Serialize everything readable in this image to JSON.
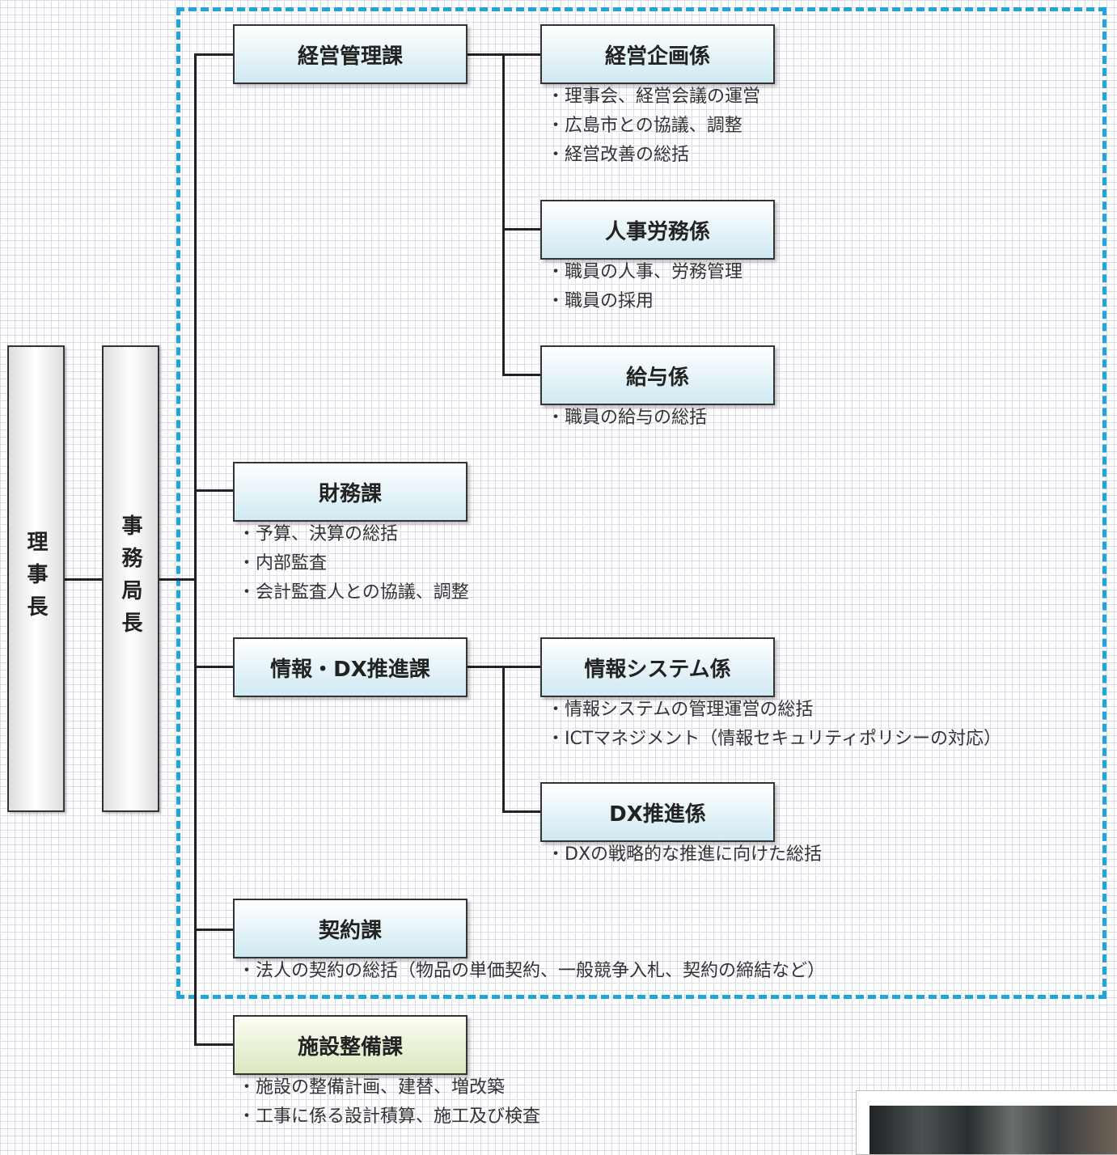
{
  "top": {
    "chairman": "理事長",
    "director": "事務局長"
  },
  "sections": {
    "management": {
      "name": "経営管理課",
      "units": [
        {
          "name": "経営企画係",
          "duties": [
            "理事会、経営会議の運営",
            "広島市との協議、調整",
            "経営改善の総括"
          ]
        },
        {
          "name": "人事労務係",
          "duties": [
            "職員の人事、労務管理",
            "職員の採用"
          ]
        },
        {
          "name": "給与係",
          "duties": [
            "職員の給与の総括"
          ]
        }
      ]
    },
    "finance": {
      "name": "財務課",
      "duties": [
        "予算、決算の総括",
        "内部監査",
        "会計監査人との協議、調整"
      ]
    },
    "dx": {
      "name": "情報・DX推進課",
      "units": [
        {
          "name": "情報システム係",
          "duties": [
            "情報システムの管理運営の総括",
            "ICTマネジメント（情報セキュリティポリシーの対応）"
          ]
        },
        {
          "name": "DX推進係",
          "duties": [
            "DXの戦略的な推進に向けた総括"
          ]
        }
      ]
    },
    "contract": {
      "name": "契約課",
      "duties": [
        "法人の契約の総括（物品の単価契約、一般競争入札、契約の締結など）"
      ]
    },
    "facility": {
      "name": "施設整備課",
      "duties": [
        "施設の整備計画、建替、増改築",
        "工事に係る設計積算、施工及び検査"
      ]
    }
  },
  "colors": {
    "dashed_border": "#1ea6dc",
    "box_fill": "#cfe9f2",
    "facility_fill": "#dbe8bf",
    "line": "#222222"
  }
}
